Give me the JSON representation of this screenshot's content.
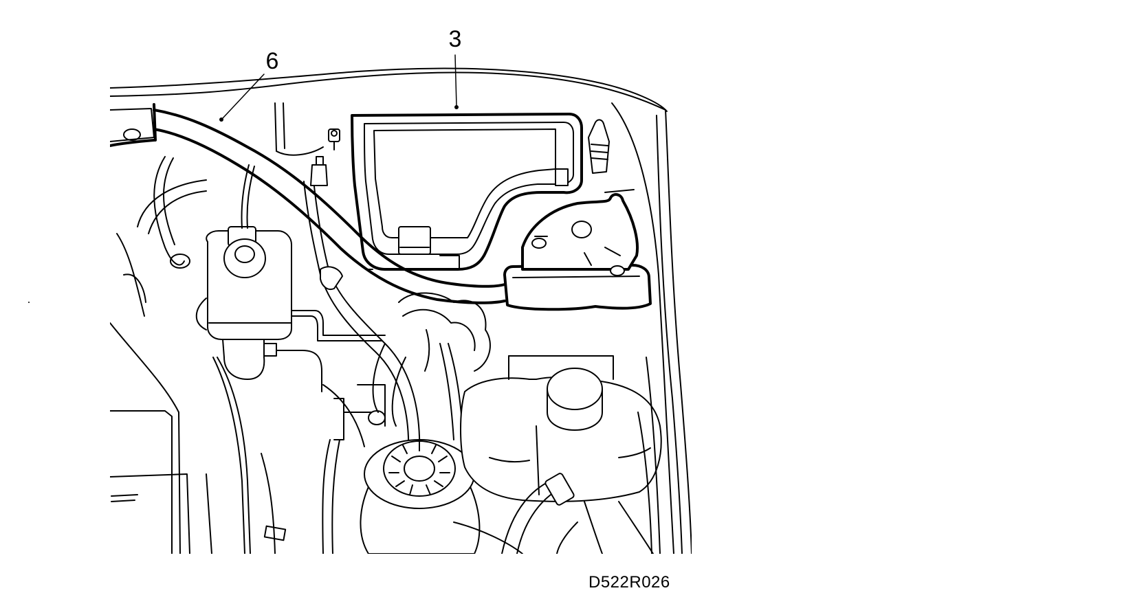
{
  "callouts": [
    {
      "id": "3",
      "label": "3"
    },
    {
      "id": "6",
      "label": "6"
    }
  ],
  "figure_code": "D522R026",
  "colors": {
    "line": "#000000",
    "background": "#ffffff"
  }
}
